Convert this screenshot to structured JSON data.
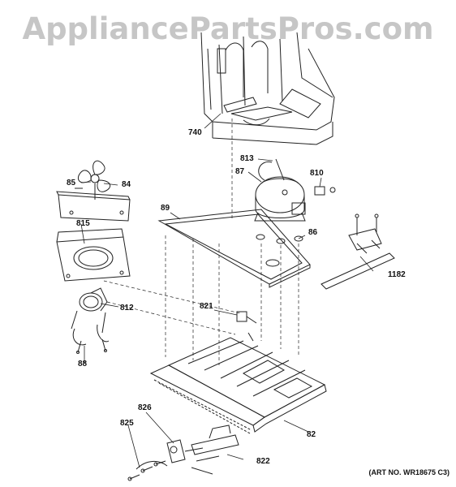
{
  "watermark": "AppliancePartsPros.com",
  "art_number": "(ART NO. WR18675 C3)",
  "callouts": {
    "p740": "740",
    "p813": "813",
    "p87": "87",
    "p810": "810",
    "p85": "85",
    "p84": "84",
    "p89": "89",
    "p86": "86",
    "p815": "815",
    "p1182": "1182",
    "p812": "812",
    "p821": "821",
    "p88": "88",
    "p82": "82",
    "p826": "826",
    "p825": "825",
    "p822": "822"
  }
}
